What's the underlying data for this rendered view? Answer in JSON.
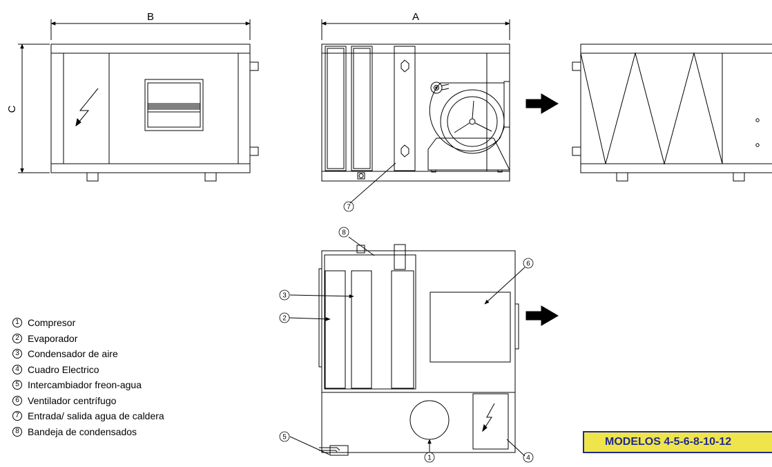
{
  "dimensions": {
    "b": "B",
    "a": "A",
    "c": "C"
  },
  "callouts": [
    "1",
    "2",
    "3",
    "4",
    "5",
    "6",
    "7",
    "8"
  ],
  "legend": [
    {
      "num": "1",
      "label": "Compresor"
    },
    {
      "num": "2",
      "label": "Evaporador"
    },
    {
      "num": "3",
      "label": "Condensador de aire"
    },
    {
      "num": "4",
      "label": "Cuadro Electrico"
    },
    {
      "num": "5",
      "label": "Intercambiador freon-agua"
    },
    {
      "num": "6",
      "label": "Ventilador centrífugo"
    },
    {
      "num": "7",
      "label": "Entrada/ salida agua de caldera"
    },
    {
      "num": "8",
      "label": "Bandeja de condensados"
    }
  ],
  "models_label": "MODELOS 4-5-6-8-10-12",
  "colors": {
    "line": "#000000",
    "models_bg": "#f0e44c",
    "models_text": "#1f2a8f"
  },
  "icons": [
    "lightning-icon",
    "air-flow-arrow-icon",
    "centrifugal-fan-icon"
  ]
}
